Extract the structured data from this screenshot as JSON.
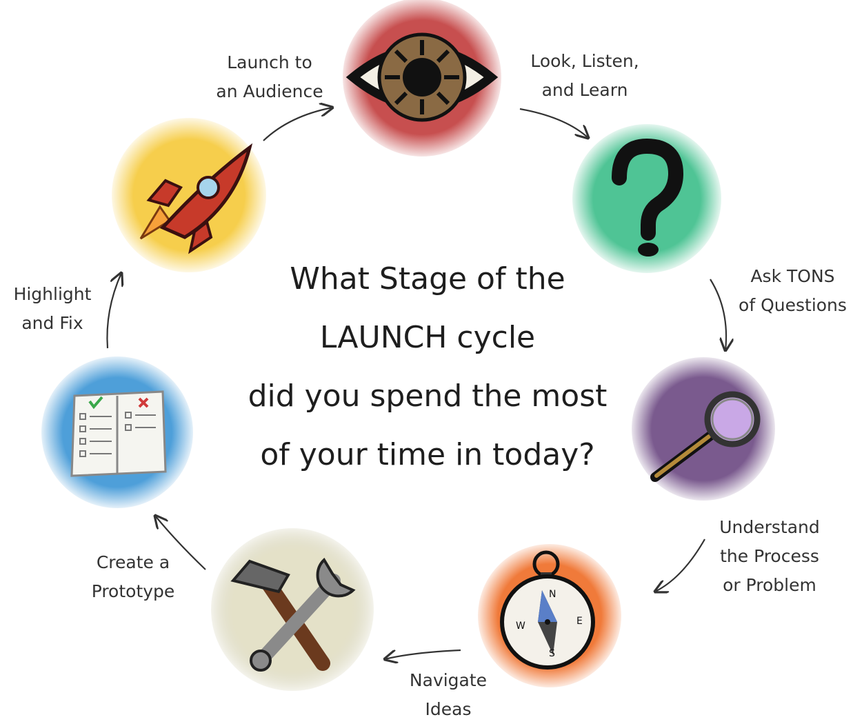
{
  "question": "What Stage of the\nLAUNCH cycle\ndid you spend the most\nof your time in today?",
  "stages": [
    {
      "id": "look",
      "label": "Look, Listen,\nand Learn",
      "icon": "eye-icon",
      "color": "#c74f4f"
    },
    {
      "id": "ask",
      "label": "Ask TONS\nof Questions",
      "icon": "question-mark-icon",
      "color": "#4fc495"
    },
    {
      "id": "understand",
      "label": "Understand\nthe Process\nor Problem",
      "icon": "magnifying-glass-icon",
      "color": "#7a5a8e"
    },
    {
      "id": "navigate",
      "label": "Navigate\nIdeas",
      "icon": "compass-icon",
      "color": "#f07a3a"
    },
    {
      "id": "create",
      "label": "Create a\nPrototype",
      "icon": "hammer-wrench-icon",
      "color": "#e4e1c8"
    },
    {
      "id": "highlight",
      "label": "Highlight\nand Fix",
      "icon": "checklist-icon",
      "color": "#4e9fd9"
    },
    {
      "id": "launch",
      "label": "Launch to\nan Audience",
      "icon": "rocket-icon",
      "color": "#f6ce4c"
    }
  ]
}
